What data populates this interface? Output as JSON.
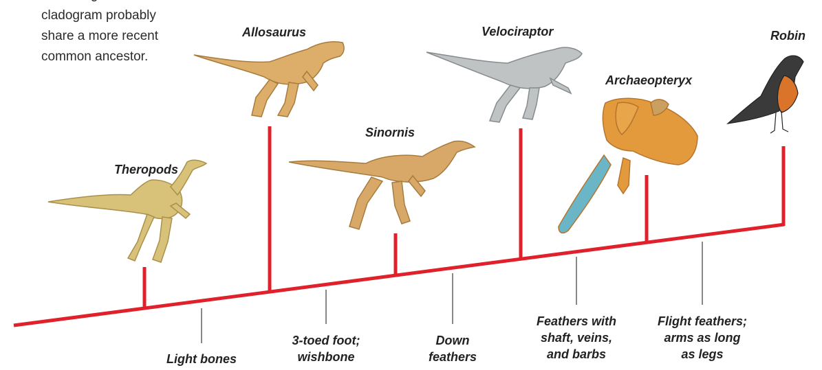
{
  "intro": {
    "lines": [
      "cladogram probably",
      "share a more recent",
      "common ancestor."
    ],
    "cut_line": "closer together on the"
  },
  "taxa": [
    {
      "name": "Theropods"
    },
    {
      "name": "Allosaurus"
    },
    {
      "name": "Sinornis"
    },
    {
      "name": "Velociraptor"
    },
    {
      "name": "Archaeopteryx"
    },
    {
      "name": "Robin"
    }
  ],
  "traits": [
    {
      "lines": [
        "Light bones"
      ]
    },
    {
      "lines": [
        "3-toed foot;",
        "wishbone"
      ]
    },
    {
      "lines": [
        "Down",
        "feathers"
      ]
    },
    {
      "lines": [
        "Feathers with",
        "shaft, veins,",
        "and barbs"
      ]
    },
    {
      "lines": [
        "Flight feathers;",
        "arms as long",
        "as legs"
      ]
    }
  ],
  "colors": {
    "branch": "#e0202a",
    "pointer": "#555555",
    "tan": "#d9b070",
    "grey": "#b9bcbc",
    "robin_orange": "#d9742a",
    "robin_dark": "#3a3a3a",
    "tail_blue": "#6ab6c7"
  },
  "icons": {
    "theropods": "theropod-dinosaur",
    "allosaurus": "allosaurus-dinosaur",
    "sinornis": "sinornis-bird",
    "velociraptor": "velociraptor-dinosaur",
    "archaeopteryx": "archaeopteryx-bird",
    "robin": "robin-bird"
  }
}
